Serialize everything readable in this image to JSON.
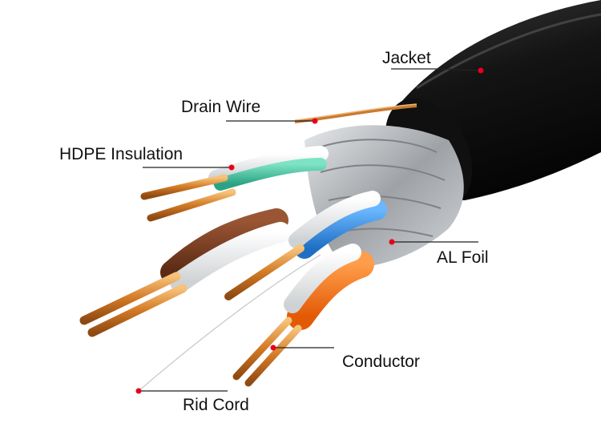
{
  "diagram": {
    "labels": {
      "jacket": "Jacket",
      "drain_wire": "Drain Wire",
      "hdpe_insulation": "HDPE Insulation",
      "al_foil": "AL Foil",
      "conductor": "Conductor",
      "rid_cord": "Rid Cord"
    },
    "colors": {
      "jacket": "#1c1c1c",
      "foil": "#b9bcc0",
      "copper": "#d8892f",
      "marker_dot": "#e8001c",
      "green_stripe": "#3dbf9e",
      "blue_insulation": "#2f8ee0",
      "brown_insulation": "#7a3f22",
      "orange_insulation": "#ff7a1a",
      "white_insulation": "#f2f2f2"
    }
  }
}
